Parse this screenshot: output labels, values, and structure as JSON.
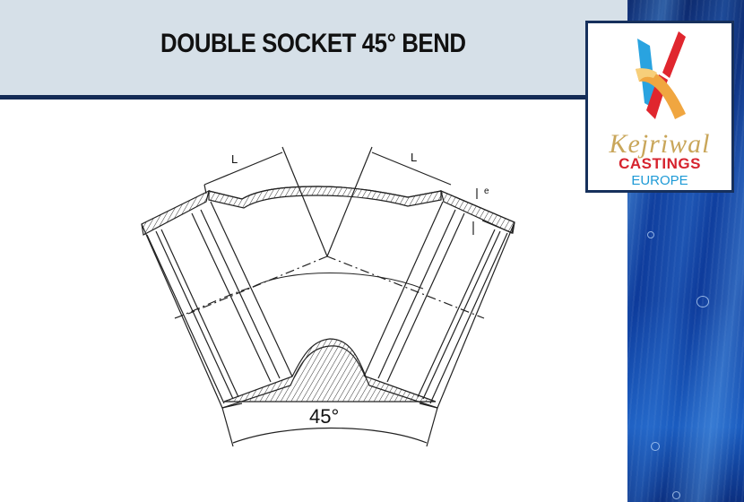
{
  "slide": {
    "title": "DOUBLE SOCKET 45° BEND",
    "colors": {
      "header_bg": "#d6e0e8",
      "header_rule": "#132b55",
      "logo_border": "#16305c",
      "water_strip": "#1040a0"
    }
  },
  "logo": {
    "icon": "ribbon-k-logo-icon",
    "word1": "Kejriwal",
    "word2": "CASTINGS",
    "word3": "EUROPE",
    "colors": {
      "kejriwal": "#c9a65a",
      "castings": "#d6232e",
      "europe": "#1e9ad6"
    }
  },
  "drawing": {
    "dimension_left": "L",
    "dimension_right": "L",
    "wall_thickness_label": "e",
    "angle_label": "45°"
  }
}
